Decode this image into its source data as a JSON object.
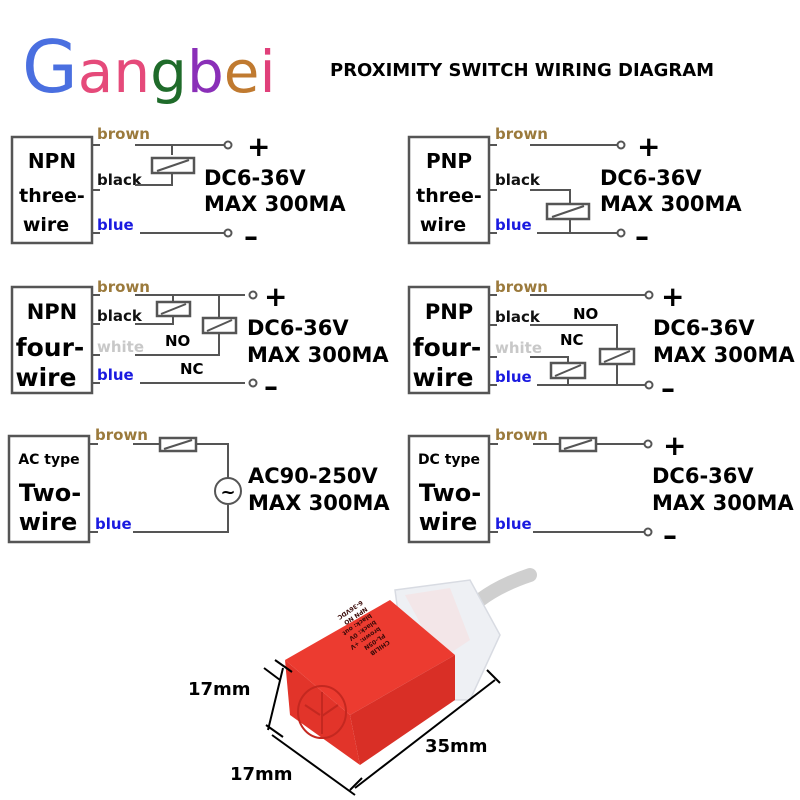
{
  "brand": {
    "letters": [
      {
        "ch": "G",
        "color": "#4a6fe0"
      },
      {
        "ch": "a",
        "color": "#e54a7a"
      },
      {
        "ch": "n",
        "color": "#e54a7a"
      },
      {
        "ch": "g",
        "color": "#1f6b2a"
      },
      {
        "ch": "b",
        "color": "#8a2fb8"
      },
      {
        "ch": "e",
        "color": "#c07a30"
      },
      {
        "ch": "i",
        "color": "#e0407a"
      }
    ],
    "name": "Gangbei"
  },
  "title": "PROXIMITY SWITCH WIRING DIAGRAM",
  "colors": {
    "brown": "#9b7a3c",
    "black": "#111111",
    "white": "#c8c8c8",
    "blue": "#1a1ae0",
    "wire": "#555555"
  },
  "wire_labels": {
    "brown": "brown",
    "black": "black",
    "white": "white",
    "blue": "blue"
  },
  "panels": [
    {
      "id": "npn3",
      "line1": "NPN",
      "line2": "three-",
      "line3": "wire",
      "spec1": "DC6-36V",
      "spec2": "MAX 300MA",
      "plus": "+",
      "minus": "–"
    },
    {
      "id": "pnp3",
      "line1": "PNP",
      "line2": "three-",
      "line3": "wire",
      "spec1": "DC6-36V",
      "spec2": "MAX 300MA",
      "plus": "+",
      "minus": "–"
    },
    {
      "id": "npn4",
      "line1": "NPN",
      "line2": "four-",
      "line3": "wire",
      "spec1": "DC6-36V",
      "spec2": "MAX 300MA",
      "plus": "+",
      "minus": "–",
      "no": "NO",
      "nc": "NC"
    },
    {
      "id": "pnp4",
      "line1": "PNP",
      "line2": "four-",
      "line3": "wire",
      "spec1": "DC6-36V",
      "spec2": "MAX 300MA",
      "plus": "+",
      "minus": "–",
      "no": "NO",
      "nc": "NC"
    },
    {
      "id": "ac2",
      "line1": "AC type",
      "line2": "Two-",
      "line3": "wire",
      "spec1": "AC90-250V",
      "spec2": "MAX 300MA",
      "source": "~"
    },
    {
      "id": "dc2",
      "line1": "DC type",
      "line2": "Two-",
      "line3": "wire",
      "spec1": "DC6-36V",
      "spec2": "MAX 300MA",
      "plus": "+",
      "minus": "–"
    }
  ],
  "product": {
    "dimensions": {
      "height": "17mm",
      "width": "17mm",
      "length": "35mm"
    },
    "label_lines": [
      "CHILIB",
      "PL-05N",
      "brown: +V",
      "black: 0V",
      "black: out",
      "NPN NO",
      "6-36VDC"
    ],
    "body_color": "#e8372e"
  }
}
